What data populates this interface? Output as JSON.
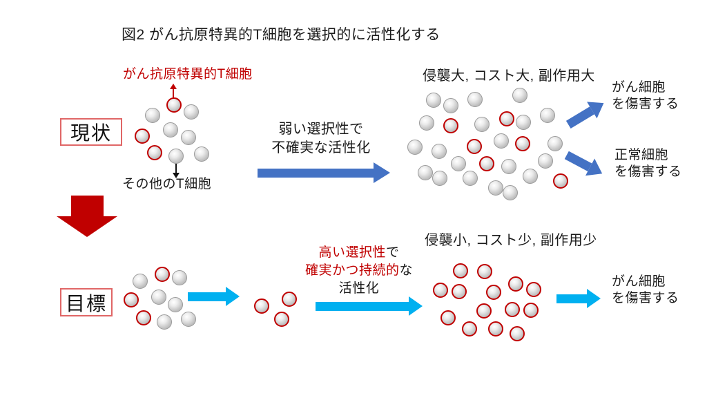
{
  "title": "図2 がん抗原特異的T細胞を選択的に活性化する",
  "colors": {
    "arrow_blue": "#4472C4",
    "arrow_cyan": "#00B0F0",
    "dark_red": "#C00000",
    "box_border": "#E06666",
    "cell_red": "#C00000"
  },
  "current": {
    "label": "現状",
    "cancer_specific_cell_label": "がん抗原特異的T細胞",
    "other_cell_label": "その他のT細胞",
    "process_line1": "弱い選択性で",
    "process_line2": "不確実な活性化",
    "result_caption": "侵襲大, コスト大, 副作用大",
    "outcome_cancer_line1": "がん細胞",
    "outcome_cancer_line2": "を傷害する",
    "outcome_normal_line1": "正常細胞",
    "outcome_normal_line2": "を傷害する"
  },
  "goal": {
    "label": "目標",
    "process_line1_red": "高い選択性",
    "process_line1_black": "で",
    "process_line2_red": "確実かつ持続的",
    "process_line2_black": "な",
    "process_line3": "活性化",
    "result_caption": "侵襲小, コスト少, 副作用少",
    "outcome_cancer_line1": "がん細胞",
    "outcome_cancer_line2": "を傷害する"
  },
  "clusters": {
    "current_mixed": [
      [
        252,
        152,
        "red"
      ],
      [
        221,
        167,
        "gray"
      ],
      [
        277,
        162,
        "gray"
      ],
      [
        247,
        188,
        "gray"
      ],
      [
        206,
        197,
        "red"
      ],
      [
        273,
        199,
        "gray"
      ],
      [
        224,
        221,
        "red"
      ],
      [
        255,
        226,
        "gray"
      ],
      [
        292,
        223,
        "gray"
      ]
    ],
    "current_result": [
      [
        628,
        145,
        "gray"
      ],
      [
        653,
        153,
        "gray"
      ],
      [
        688,
        144,
        "gray"
      ],
      [
        753,
        138,
        "gray"
      ],
      [
        618,
        178,
        "gray"
      ],
      [
        653,
        182,
        "red"
      ],
      [
        698,
        180,
        "gray"
      ],
      [
        734,
        172,
        "red"
      ],
      [
        758,
        177,
        "gray"
      ],
      [
        793,
        167,
        "gray"
      ],
      [
        601,
        213,
        "gray"
      ],
      [
        636,
        219,
        "gray"
      ],
      [
        687,
        212,
        "red"
      ],
      [
        726,
        204,
        "gray"
      ],
      [
        757,
        208,
        "red"
      ],
      [
        804,
        208,
        "gray"
      ],
      [
        664,
        237,
        "gray"
      ],
      [
        705,
        237,
        "red"
      ],
      [
        737,
        241,
        "gray"
      ],
      [
        790,
        233,
        "gray"
      ],
      [
        616,
        250,
        "gray"
      ],
      [
        637,
        258,
        "gray"
      ],
      [
        681,
        258,
        "gray"
      ],
      [
        768,
        255,
        "gray"
      ],
      [
        812,
        262,
        "red"
      ],
      [
        718,
        272,
        "gray"
      ],
      [
        739,
        279,
        "gray"
      ]
    ],
    "goal_start": [
      [
        235,
        397,
        "red"
      ],
      [
        203,
        407,
        "gray"
      ],
      [
        260,
        402,
        "gray"
      ],
      [
        190,
        434,
        "red"
      ],
      [
        230,
        430,
        "gray"
      ],
      [
        254,
        441,
        "gray"
      ],
      [
        208,
        460,
        "red"
      ],
      [
        238,
        466,
        "gray"
      ],
      [
        273,
        462,
        "gray"
      ]
    ],
    "goal_selected": [
      [
        379,
        443,
        "red"
      ],
      [
        419,
        433,
        "red"
      ],
      [
        408,
        462,
        "red"
      ]
    ],
    "goal_result": [
      [
        667,
        392,
        "red"
      ],
      [
        702,
        393,
        "red"
      ],
      [
        638,
        420,
        "red"
      ],
      [
        665,
        422,
        "red"
      ],
      [
        715,
        423,
        "red"
      ],
      [
        747,
        411,
        "red"
      ],
      [
        773,
        419,
        "red"
      ],
      [
        701,
        450,
        "red"
      ],
      [
        742,
        448,
        "red"
      ],
      [
        769,
        449,
        "red"
      ],
      [
        649,
        460,
        "red"
      ],
      [
        680,
        476,
        "red"
      ],
      [
        718,
        476,
        "red"
      ],
      [
        749,
        483,
        "red"
      ]
    ]
  }
}
